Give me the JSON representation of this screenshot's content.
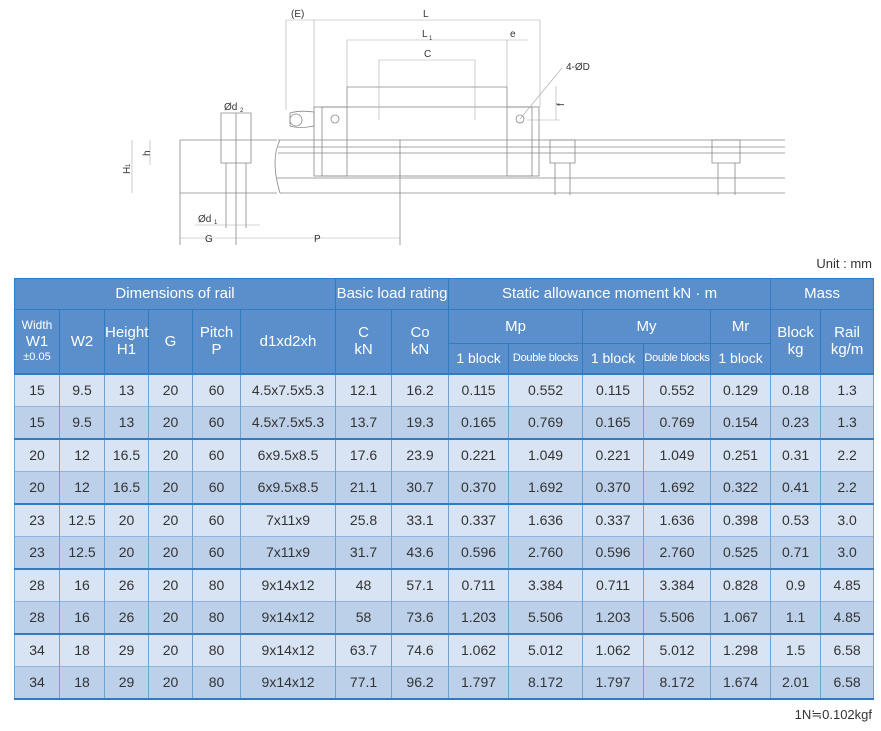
{
  "drawing": {
    "labels": {
      "E": "(E)",
      "L": "L",
      "L1": "L",
      "L1_sub": "1",
      "C": "C",
      "e": "e",
      "D": "4-ØD",
      "f": "f",
      "d2": "Ød",
      "d2_sub": "2",
      "h": "h",
      "H1": "H",
      "H1_sub": "1",
      "d1": "Ød",
      "d1_sub": "1",
      "G": "G",
      "P": "P"
    }
  },
  "unit": "Unit : mm",
  "note": "1N≒0.102kgf",
  "table": {
    "groups": {
      "rail": "Dimensions of rail",
      "load": "Basic load rating",
      "moment": "Static allowance moment kN · m",
      "mass": "Mass"
    },
    "cols": {
      "width": "Width",
      "w1": "W1",
      "tol": "±0.05",
      "w2": "W2",
      "height": "Height",
      "h1": "H1",
      "g": "G",
      "pitch": "Pitch",
      "p": "P",
      "dim": "d1xd2xh",
      "c": "C",
      "c_unit": "kN",
      "co": "Co",
      "co_unit": "kN",
      "mp": "Mp",
      "my": "My",
      "mr": "Mr",
      "one_block": "1 block",
      "double": "Double blocks",
      "block": "Block",
      "block_unit": "kg",
      "rail": "Rail",
      "rail_unit": "kg/m"
    },
    "rows": [
      [
        "15",
        "9.5",
        "13",
        "20",
        "60",
        "4.5x7.5x5.3",
        "12.1",
        "16.2",
        "0.115",
        "0.552",
        "0.115",
        "0.552",
        "0.129",
        "0.18",
        "1.3"
      ],
      [
        "15",
        "9.5",
        "13",
        "20",
        "60",
        "4.5x7.5x5.3",
        "13.7",
        "19.3",
        "0.165",
        "0.769",
        "0.165",
        "0.769",
        "0.154",
        "0.23",
        "1.3"
      ],
      [
        "20",
        "12",
        "16.5",
        "20",
        "60",
        "6x9.5x8.5",
        "17.6",
        "23.9",
        "0.221",
        "1.049",
        "0.221",
        "1.049",
        "0.251",
        "0.31",
        "2.2"
      ],
      [
        "20",
        "12",
        "16.5",
        "20",
        "60",
        "6x9.5x8.5",
        "21.1",
        "30.7",
        "0.370",
        "1.692",
        "0.370",
        "1.692",
        "0.322",
        "0.41",
        "2.2"
      ],
      [
        "23",
        "12.5",
        "20",
        "20",
        "60",
        "7x11x9",
        "25.8",
        "33.1",
        "0.337",
        "1.636",
        "0.337",
        "1.636",
        "0.398",
        "0.53",
        "3.0"
      ],
      [
        "23",
        "12.5",
        "20",
        "20",
        "60",
        "7x11x9",
        "31.7",
        "43.6",
        "0.596",
        "2.760",
        "0.596",
        "2.760",
        "0.525",
        "0.71",
        "3.0"
      ],
      [
        "28",
        "16",
        "26",
        "20",
        "80",
        "9x14x12",
        "48",
        "57.1",
        "0.711",
        "3.384",
        "0.711",
        "3.384",
        "0.828",
        "0.9",
        "4.85"
      ],
      [
        "28",
        "16",
        "26",
        "20",
        "80",
        "9x14x12",
        "58",
        "73.6",
        "1.203",
        "5.506",
        "1.203",
        "5.506",
        "1.067",
        "1.1",
        "4.85"
      ],
      [
        "34",
        "18",
        "29",
        "20",
        "80",
        "9x14x12",
        "63.7",
        "74.6",
        "1.062",
        "5.012",
        "1.062",
        "5.012",
        "1.298",
        "1.5",
        "6.58"
      ],
      [
        "34",
        "18",
        "29",
        "20",
        "80",
        "9x14x12",
        "77.1",
        "96.2",
        "1.797",
        "8.172",
        "1.797",
        "8.172",
        "1.674",
        "2.01",
        "6.58"
      ]
    ]
  }
}
